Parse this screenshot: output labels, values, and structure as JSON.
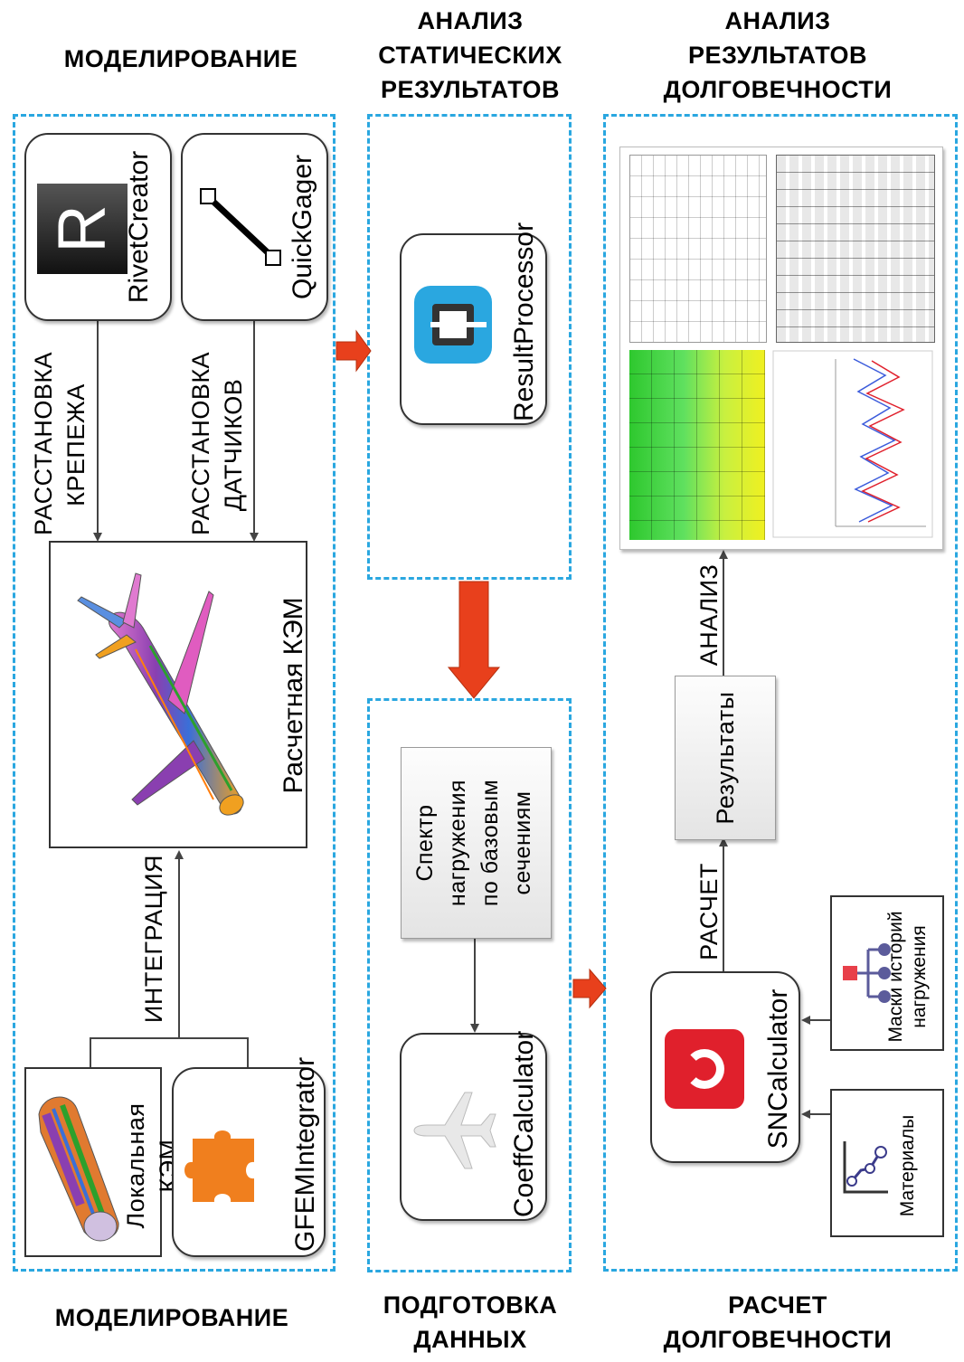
{
  "headings": {
    "modeling_top": "МОДЕЛИРОВАНИЕ",
    "static_analysis": "АНАЛИЗ\nСТАТИЧЕСКИХ\nРЕЗУЛЬТАТОВ",
    "durability_analysis": "АНАЛИЗ\nРЕЗУЛЬТАТОВ\nДОЛГОВЕЧНОСТИ",
    "modeling_bottom": "МОДЕЛИРОВАНИЕ",
    "data_prep": "ПОДГОТОВКА\nДАННЫХ",
    "durability_calc": "РАСЧЕТ\nДОЛГОВЕЧНОСТИ"
  },
  "modeling": {
    "rivet_creator": "RivetCreator",
    "quick_gager": "QuickGager",
    "fastener_placement": "РАССТАНОВКА\nКРЕПЕЖА",
    "sensor_placement": "РАССТАНОВКА\nДАТЧИКОВ",
    "calc_fem": "Расчетная КЭМ",
    "integration": "ИНТЕГРАЦИЯ",
    "local_fem": "Локальная КЭМ",
    "gfem_integrator": "GFEMIntegrator"
  },
  "static": {
    "result_processor": "ResultProcessor"
  },
  "data_prep": {
    "load_spectrum": "Спектр\nнагружения\nпо базовым\nсечениям",
    "coeff_calculator": "CoeffCalculator"
  },
  "durability": {
    "analysis": "АНАЛИЗ",
    "results": "Результаты",
    "calculation": "РАСЧЕТ",
    "sn_calculator": "SNCalculator",
    "load_history_masks": "Маски историй\nнагружения",
    "materials": "Материалы"
  },
  "colors": {
    "section_border": "#2aa7e0",
    "flow_arrow": "#e8401c",
    "sncalc_brand": "#e0202c",
    "resultprocessor_brand": "#2aa7e0",
    "puzzle": "#f07f1e"
  }
}
